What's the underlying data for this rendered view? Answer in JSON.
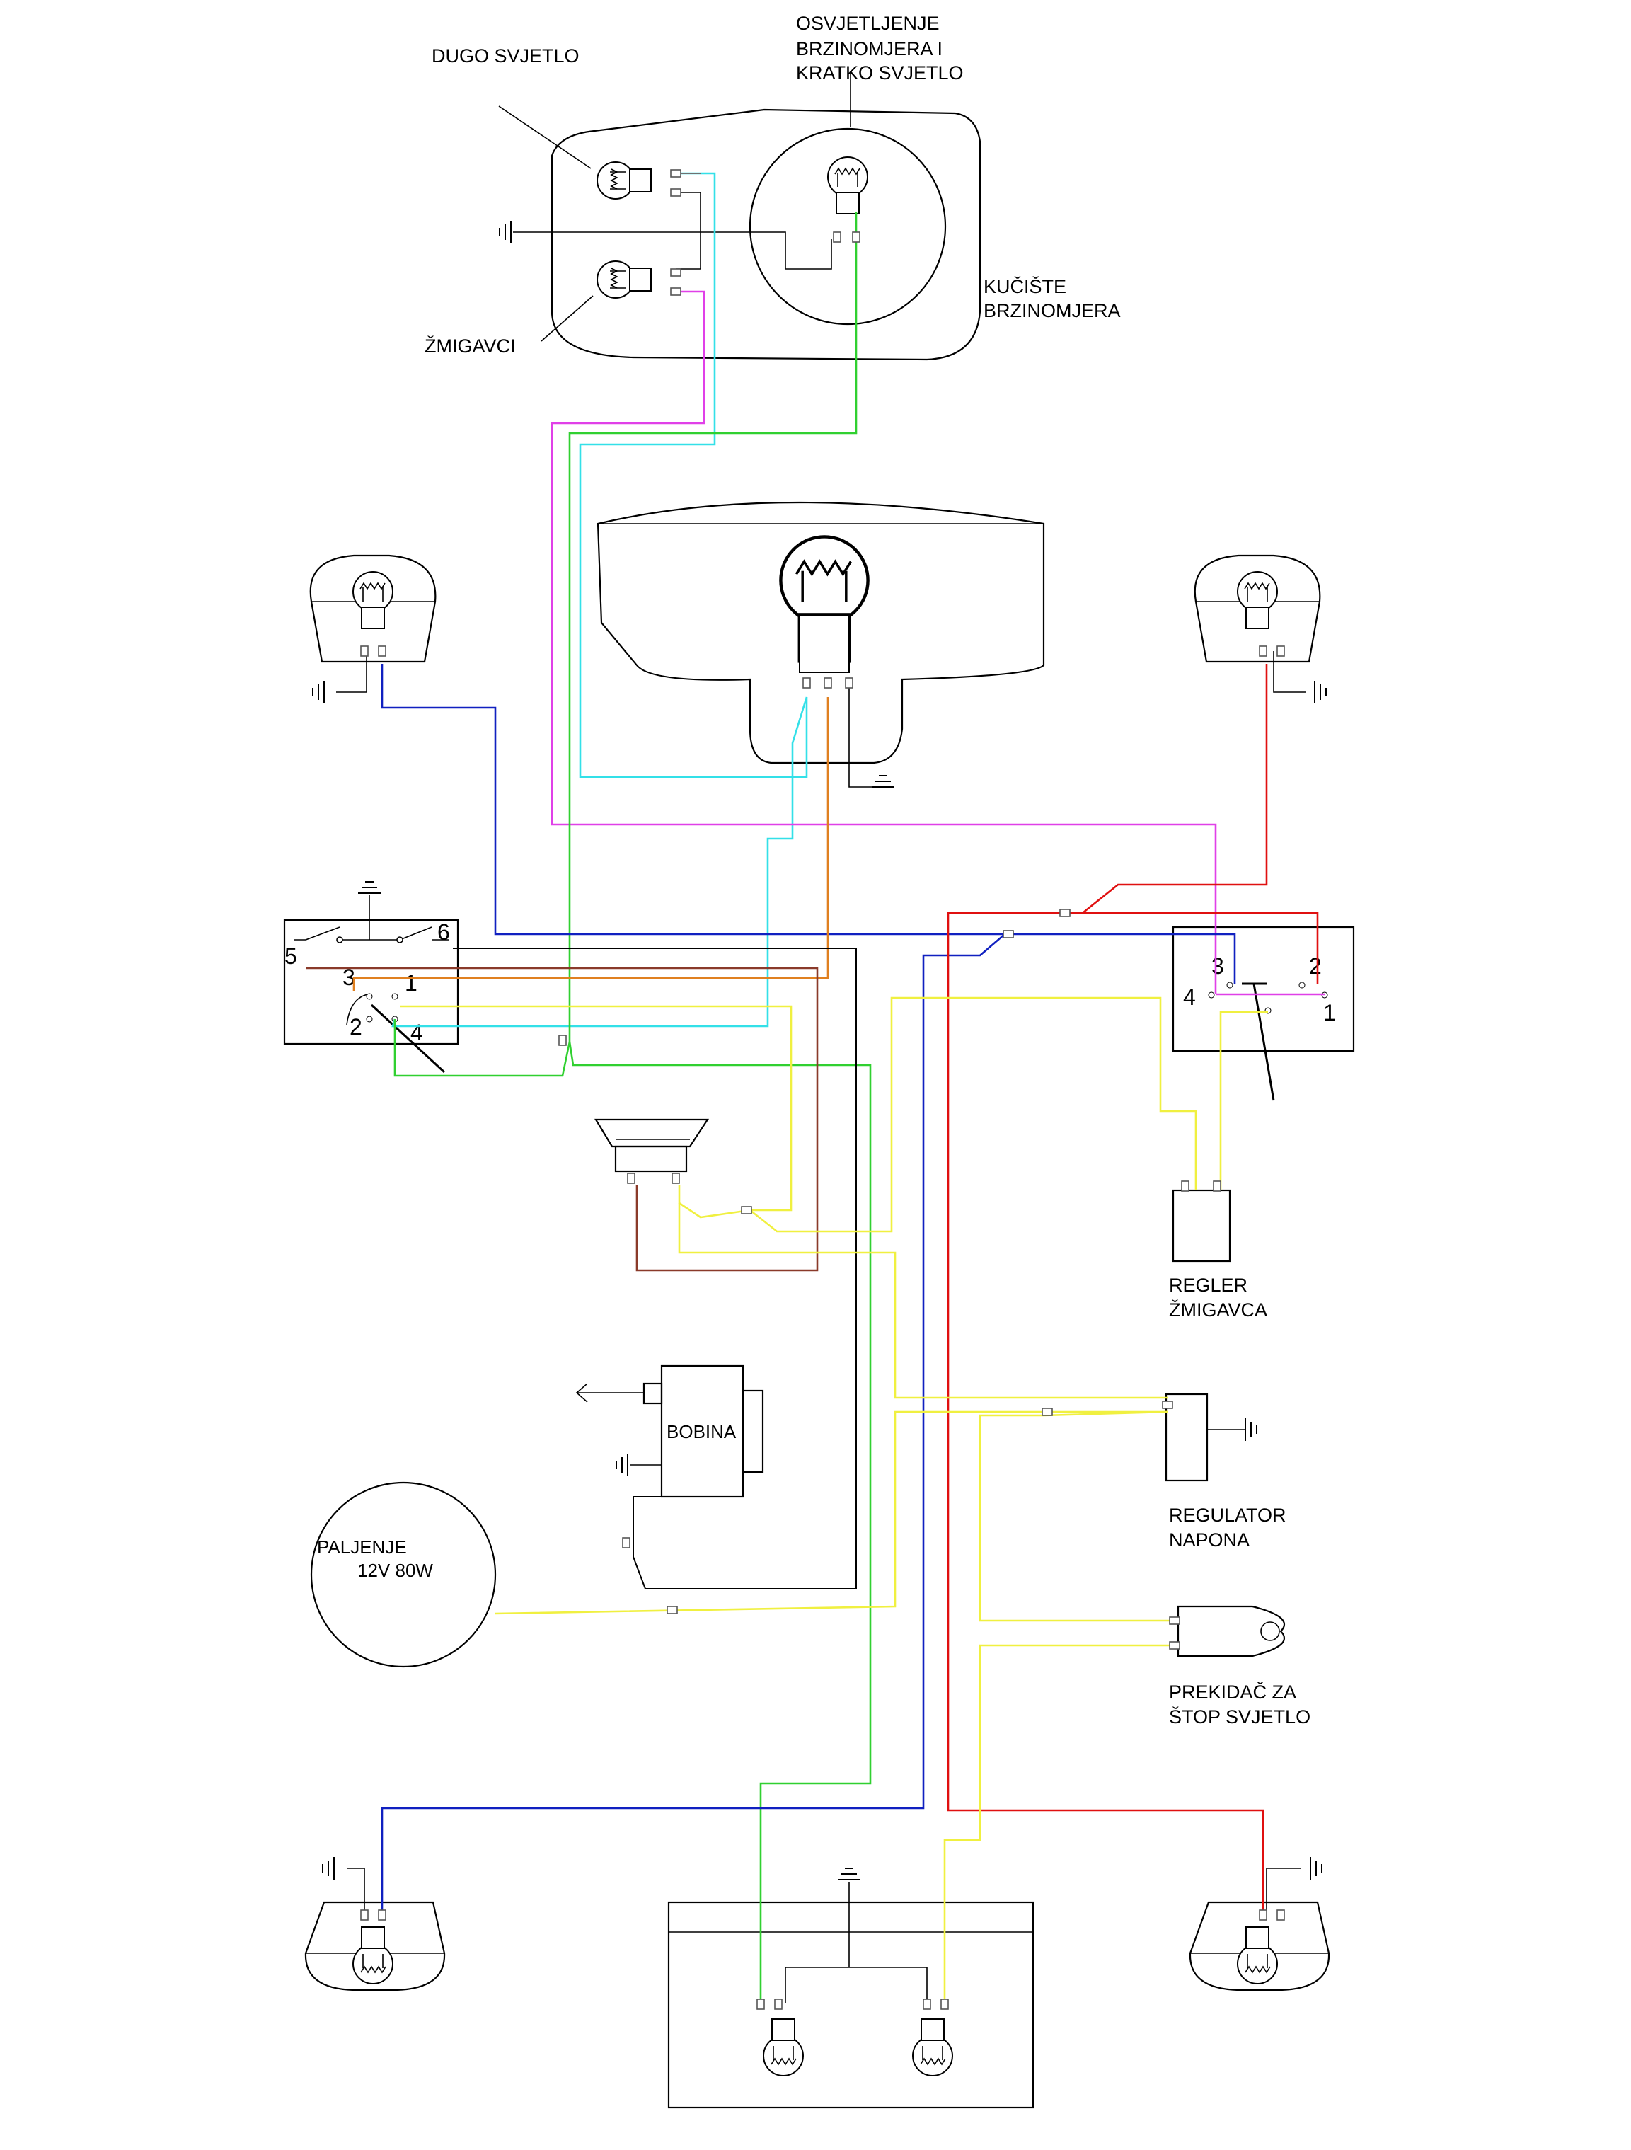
{
  "labels": {
    "dugo_svjetlo": "DUGO SVJETLO",
    "osvjetljenje": [
      "OSVJETLJENJE",
      "BRZINOMJERA I",
      "KRATKO SVJETLO"
    ],
    "zmigavci": "ŽMIGAVCI",
    "kuciste": [
      "KUČIŠTE",
      "BRZINOMJERA"
    ],
    "regler": [
      "REGLER",
      "ŽMIGAVCA"
    ],
    "regulator": [
      "REGULATOR",
      "NAPONA"
    ],
    "prekidac": [
      "PREKIDAČ ZA",
      "ŠTOP SVJETLO"
    ],
    "bobina": "BOBINA",
    "paljenje": [
      "PALJENJE",
      "12V 80W"
    ]
  },
  "switch_left_pins": [
    "5",
    "6",
    "3",
    "1",
    "2",
    "4"
  ],
  "switch_right_pins": [
    "3",
    "2",
    "4",
    "1"
  ],
  "wire_colors": {
    "cyan": "#33e0e8",
    "magenta": "#e040e8",
    "green": "#30d030",
    "blue": "#1020c0",
    "red": "#e01010",
    "yellow": "#f0f040",
    "orange": "#e08020",
    "brown": "#8a3a2a",
    "gray": "#707070",
    "black": "#000000"
  }
}
